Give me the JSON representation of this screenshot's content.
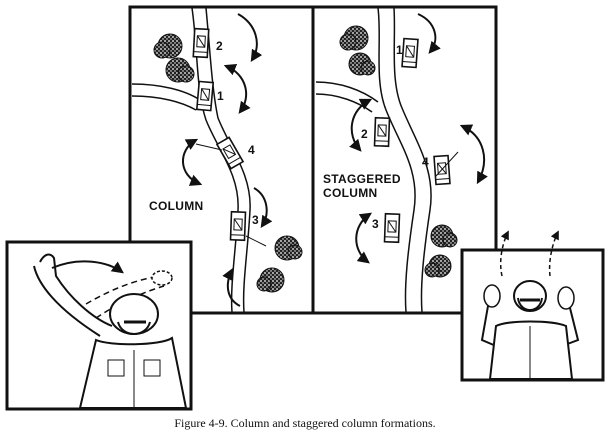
{
  "column_panel": {
    "title": "COLUMN",
    "vehicle_numbers": [
      "2",
      "1",
      "4",
      "3"
    ]
  },
  "staggered_panel": {
    "title_line1": "STAGGERED",
    "title_line2": "COLUMN",
    "vehicle_numbers": [
      "1",
      "2",
      "4",
      "3"
    ]
  },
  "caption": "Figure 4-9.  Column and staggered column formations.",
  "colors": {
    "ink": "#111111",
    "paper": "#ffffff"
  }
}
